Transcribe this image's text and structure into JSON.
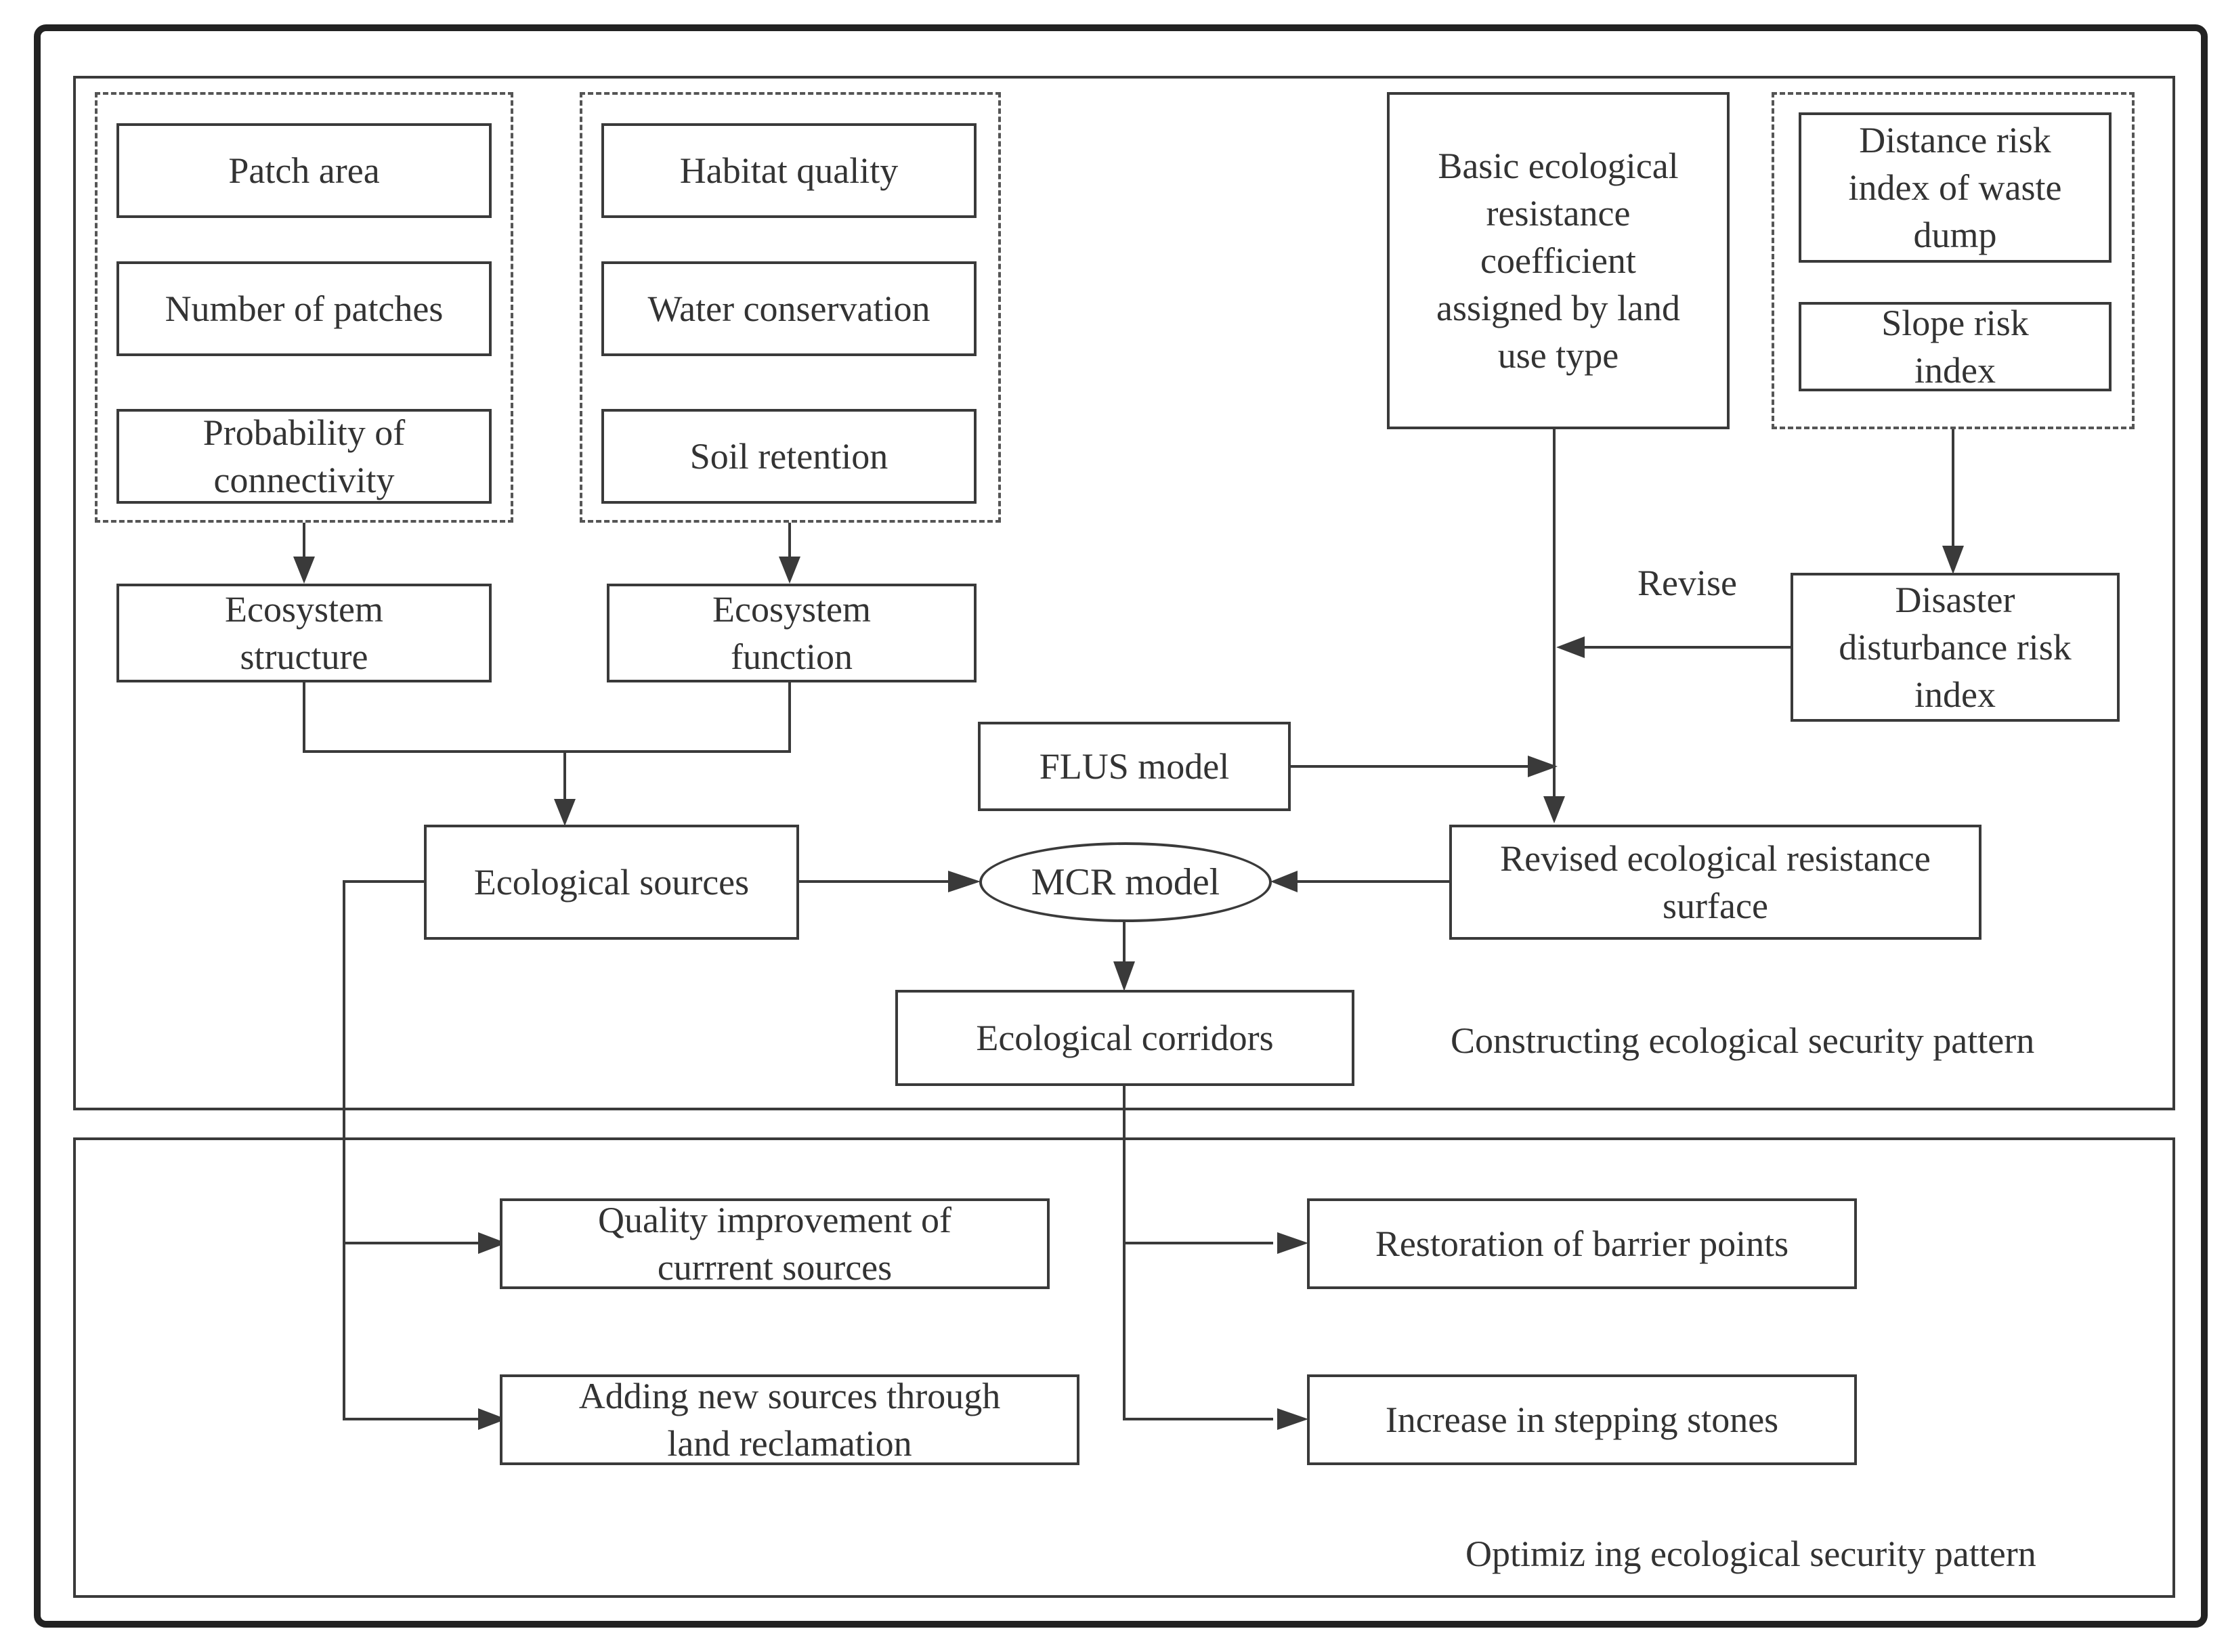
{
  "structure": {
    "patch_area": "Patch area",
    "number_of_patches": "Number of patches",
    "probability_connectivity": "Probability of\nconnectivity",
    "ecosystem_structure": "Ecosystem\nstructure"
  },
  "function": {
    "habitat_quality": "Habitat quality",
    "water_conservation": "Water conservation",
    "soil_retention": "Soil retention",
    "ecosystem_function": "Ecosystem\nfunction"
  },
  "resistance": {
    "basic_coefficient": "Basic ecological\nresistance\ncoefficient\nassigned by land\nuse type",
    "distance_risk": "Distance risk\nindex of waste\ndump",
    "slope_risk": "Slope risk\nindex",
    "disaster_risk": "Disaster\ndisturbance risk\nindex",
    "revise_label": "Revise",
    "flus_model": "FLUS model",
    "revised_surface": "Revised ecological resistance\nsurface"
  },
  "core": {
    "ecological_sources": "Ecological sources",
    "mcr_model": "MCR model",
    "ecological_corridors": "Ecological corridors"
  },
  "optimize": {
    "quality_improvement": "Quality improvement of\ncurrrent sources",
    "adding_sources": "Adding new sources through\nland reclamation",
    "restoration_barrier": "Restoration of barrier points",
    "stepping_stones": "Increase in stepping stones"
  },
  "sections": {
    "constructing": "Constructing ecological security pattern",
    "optimizing": "Optimiz ing ecological security pattern"
  }
}
